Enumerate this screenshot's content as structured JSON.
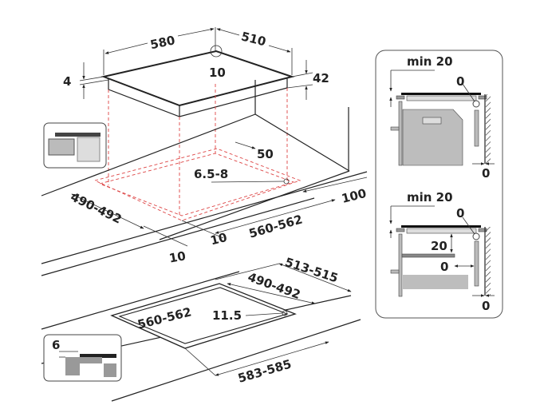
{
  "hob_dimensions": {
    "width": "580",
    "depth": "510",
    "corner_radius": "10",
    "glass_thickness": "4",
    "height": "42"
  },
  "cutout_top": {
    "rear_clearance": "50",
    "screw_diameter": "6.5-8",
    "depth": "490-492",
    "width": "560-562",
    "side_clearance": "100",
    "front_offset_a": "10",
    "front_offset_b": "10"
  },
  "cutout_flush": {
    "outer_depth": "513-515",
    "inner_depth": "490-492",
    "inner_width": "560-562",
    "radius": "11.5",
    "outer_width": "583-585",
    "rebate_depth": "6"
  },
  "side_panel": {
    "top": {
      "min_label": "min 20",
      "gap_top": "0",
      "gap_wall": "0"
    },
    "bottom": {
      "min_label": "min 20",
      "gap_top": "0",
      "shelf_gap": "20",
      "shelf_offset": "0",
      "gap_wall": "0"
    }
  },
  "colors": {
    "cut_line": "#dd4444",
    "fill_grey": "#bdbdbd",
    "fill_light": "#dcdcdc"
  }
}
